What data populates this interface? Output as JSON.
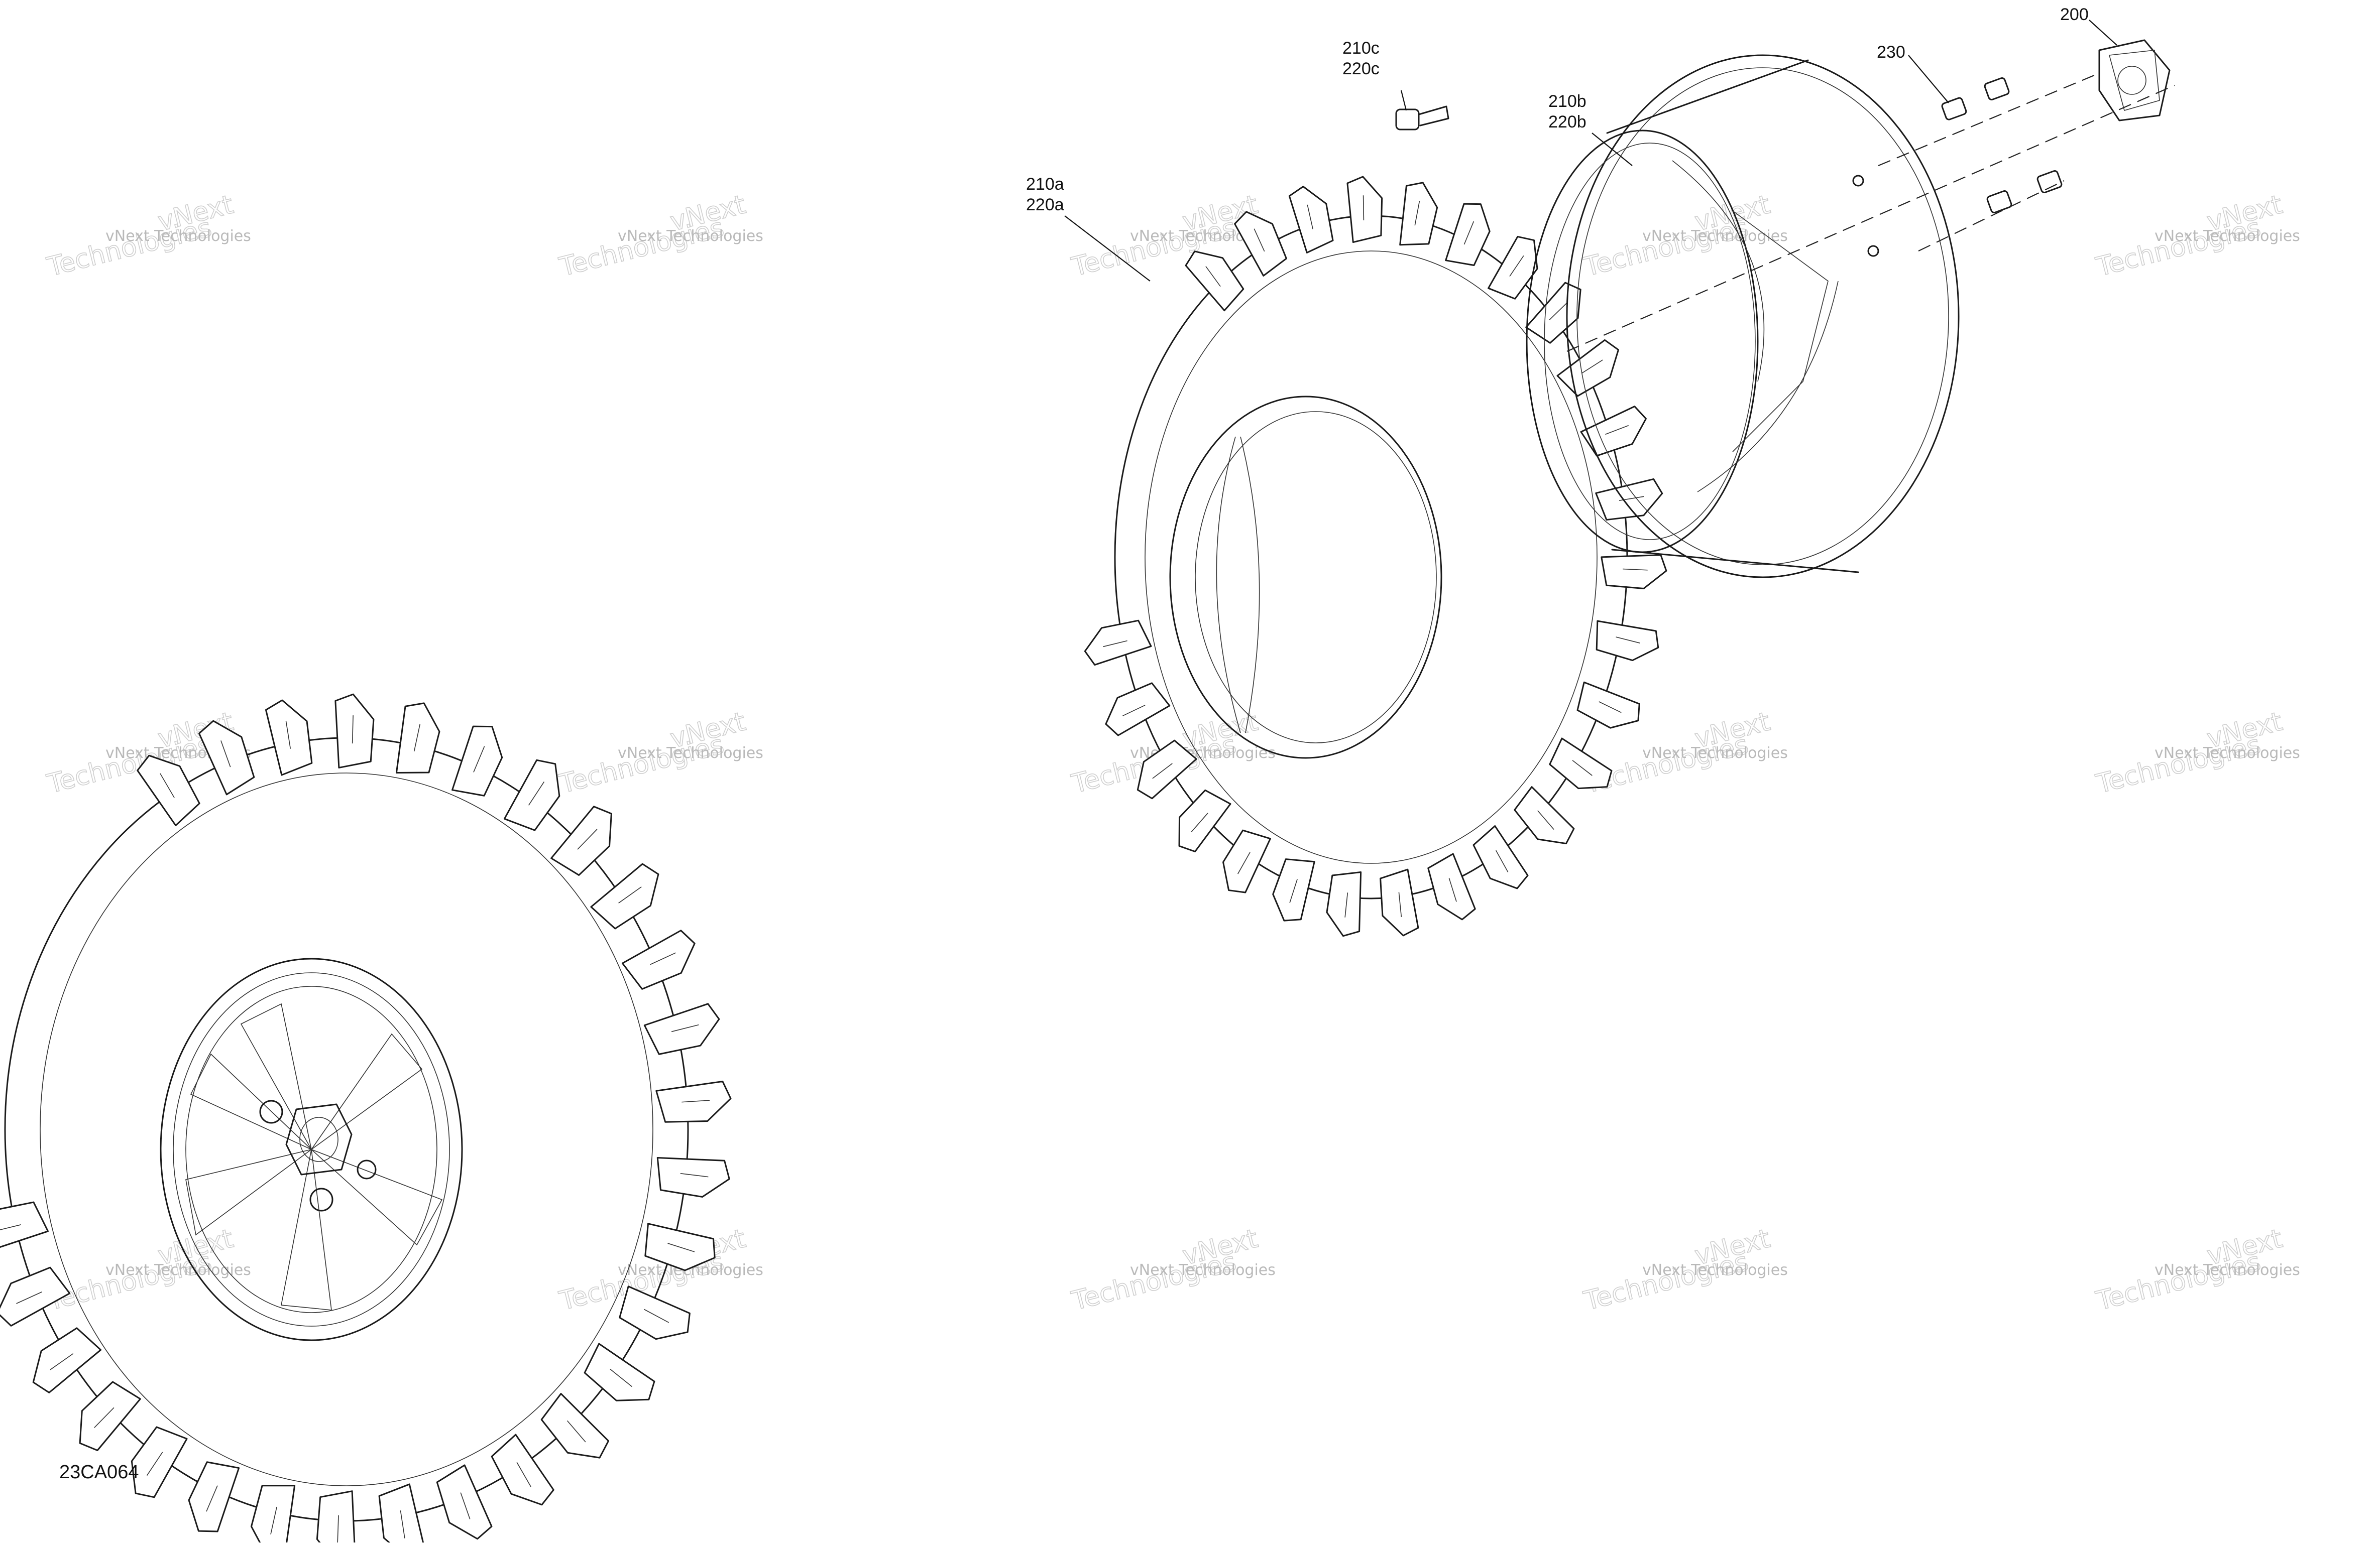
{
  "diagram": {
    "drawing_code": "23CA064",
    "callouts": [
      {
        "id": "callout-200",
        "lines": [
          "200"
        ]
      },
      {
        "id": "callout-230",
        "lines": [
          "230"
        ]
      },
      {
        "id": "callout-210c-220c",
        "lines": [
          "210c",
          "220c"
        ]
      },
      {
        "id": "callout-210b-220b",
        "lines": [
          "210b",
          "220b"
        ]
      },
      {
        "id": "callout-210a-220a",
        "lines": [
          "210a",
          "220a"
        ]
      }
    ],
    "watermark": {
      "line1": "vNext Technologies",
      "line2_top": "vNext",
      "line2_bottom": "Technologies"
    },
    "colors": {
      "ink": "#1a1a1a",
      "watermark": "#c0c0c0",
      "background": "#ffffff"
    }
  }
}
